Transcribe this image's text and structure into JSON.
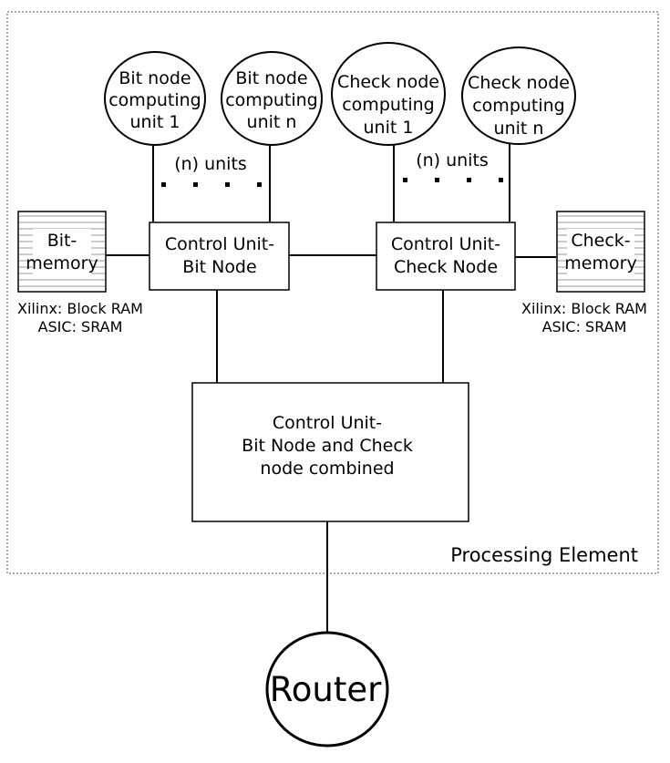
{
  "processing_element": {
    "label": "Processing Element"
  },
  "bit_units": [
    {
      "lines": [
        "Bit node",
        "computing",
        "unit 1"
      ]
    },
    {
      "lines": [
        "Bit node",
        "computing",
        "unit n"
      ]
    }
  ],
  "check_units": [
    {
      "lines": [
        "Check node",
        "computing",
        "unit 1"
      ]
    },
    {
      "lines": [
        "Check node",
        "computing",
        "unit n"
      ]
    }
  ],
  "bit_units_count": {
    "label": "(n) units"
  },
  "check_units_count": {
    "label": "(n) units"
  },
  "bit_memory": {
    "lines": [
      "Bit-",
      "memory"
    ],
    "notes": [
      "Xilinx: Block RAM",
      "ASIC: SRAM"
    ]
  },
  "check_memory": {
    "lines": [
      "Check-",
      "memory"
    ],
    "notes": [
      "Xilinx: Block RAM",
      "ASIC: SRAM"
    ]
  },
  "cu_bit": {
    "lines": [
      "Control Unit-",
      "Bit Node"
    ]
  },
  "cu_check": {
    "lines": [
      "Control Unit-",
      "Check Node"
    ]
  },
  "cu_combined": {
    "lines": [
      "Control Unit-",
      "Bit Node and Check",
      "node combined"
    ]
  },
  "router": {
    "label": "Router"
  }
}
